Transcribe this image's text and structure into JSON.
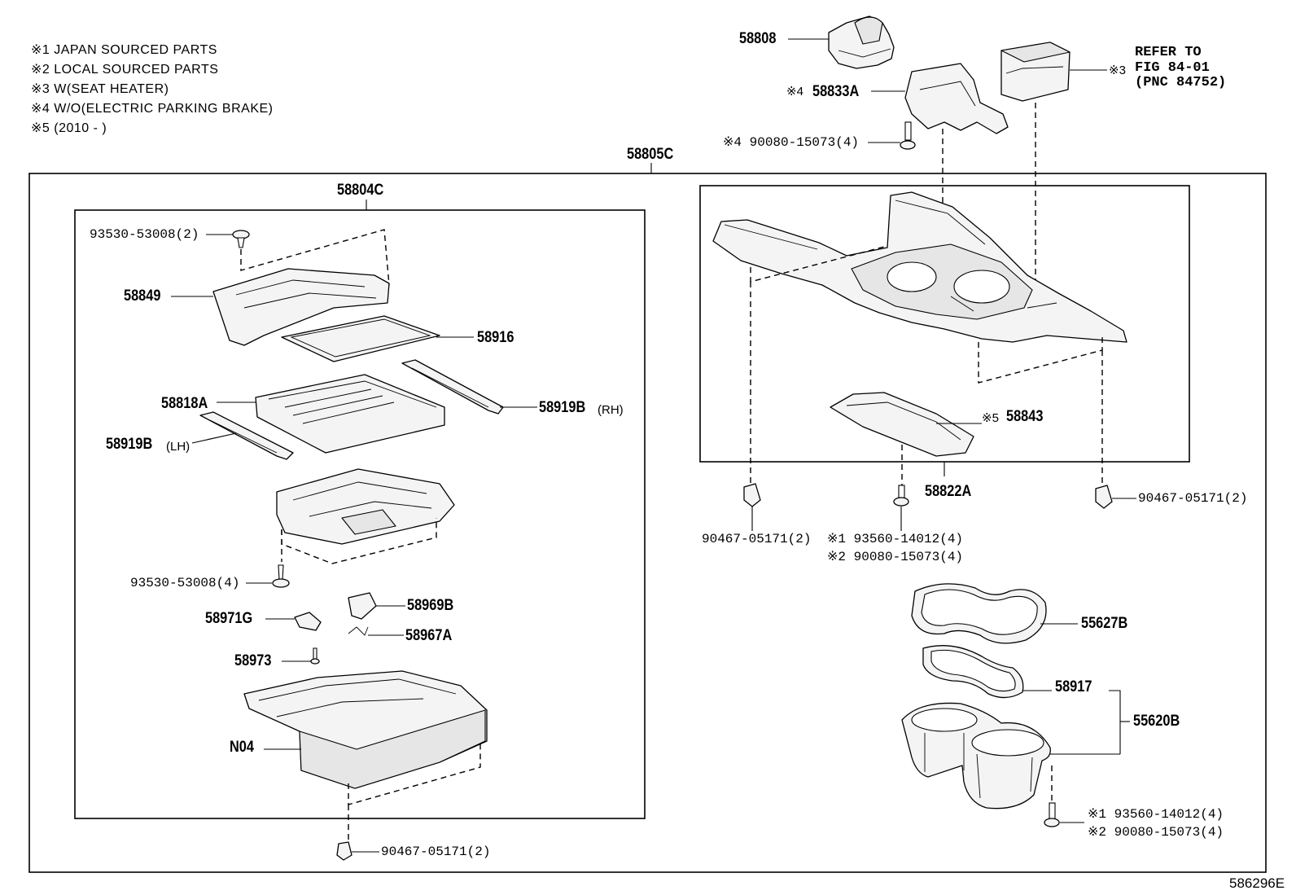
{
  "notes": [
    "※1 JAPAN SOURCED PARTS",
    "※2 LOCAL SOURCED PARTS",
    "※3 W(SEAT HEATER)",
    "※4 W/O(ELECTRIC PARKING BRAKE)",
    "※5 (2010 -        )"
  ],
  "assemblies": {
    "outer": "58805C",
    "inner_left": "58804C",
    "inner_right": "58822A"
  },
  "parts": {
    "p58808": "58808",
    "p58833A": "58833A",
    "p58833A_mark": "※4",
    "bolt_top": "※4 90080-15073(4)",
    "refer_mark": "※3",
    "refer_text": "REFER TO\nFIG 84-01\n(PNC 84752)",
    "screw_top": "93530-53008(2)",
    "p58849": "58849",
    "p58916": "58916",
    "p58818A": "58818A",
    "p58919B_rh": "58919B",
    "p58919B_rh_side": "(RH)",
    "p58919B_lh": "58919B",
    "p58919B_lh_side": "(LH)",
    "screw_bottom": "93530-53008(4)",
    "p58969B": "58969B",
    "p58971G": "58971G",
    "p58967A": "58967A",
    "p58973": "58973",
    "pN04": "N04",
    "clip_bottom": "90467-05171(2)",
    "p58843_mark": "※5",
    "p58843": "58843",
    "clip_left": "90467-05171(2)",
    "bolt_mid_1": "※1 93560-14012(4)",
    "bolt_mid_2": "※2 90080-15073(4)",
    "clip_right": "90467-05171(2)",
    "p55627B": "55627B",
    "p58917": "58917",
    "p55620B": "55620B",
    "bolt_right_1": "※1 93560-14012(4)",
    "bolt_right_2": "※2 90080-15073(4)"
  },
  "figure_id": "586296E"
}
